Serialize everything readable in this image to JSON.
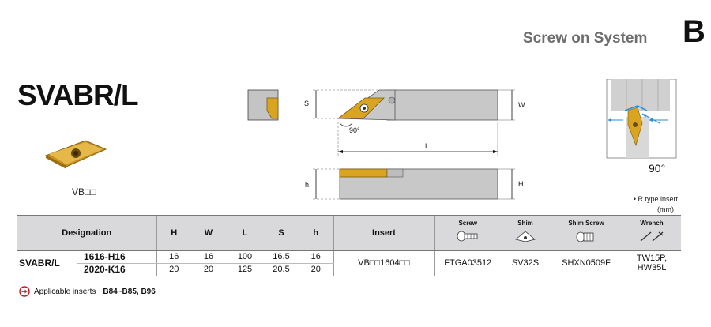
{
  "header": {
    "title": "Screw on System",
    "section_letter": "B"
  },
  "product": {
    "name": "SVABR/L",
    "insert_code": "VB□□"
  },
  "drawing": {
    "labels": {
      "s": "S",
      "w": "W",
      "l": "L",
      "h_small": "h",
      "h_big": "H",
      "angle": "90°"
    }
  },
  "detail": {
    "angle": "90°"
  },
  "notes": {
    "r_type": "• R type insert",
    "unit": "(mm)"
  },
  "table": {
    "headers": {
      "designation": "Designation",
      "H": "H",
      "W": "W",
      "L": "L",
      "S": "S",
      "h": "h",
      "insert": "Insert",
      "screw": "Screw",
      "shim": "Shim",
      "shim_screw": "Shim Screw",
      "wrench": "Wrench"
    },
    "part": "SVABR/L",
    "rows": [
      {
        "model": "1616-H16",
        "H": "16",
        "W": "16",
        "L": "100",
        "S": "16.5",
        "h": "16"
      },
      {
        "model": "2020-K16",
        "H": "20",
        "W": "20",
        "L": "125",
        "S": "20.5",
        "h": "20"
      }
    ],
    "insert": "VB□□1604□□",
    "screw": "FTGA03512",
    "shim": "SV32S",
    "shim_screw": "SHXN0509F",
    "wrench": "TW15P, HW35L"
  },
  "footer": {
    "label": "Applicable inserts",
    "refs": "B84~B85, B96"
  },
  "colors": {
    "insert_gold": "#d9a521",
    "body_gray": "#c8c8c8",
    "header_gray": "#d9d9db"
  }
}
